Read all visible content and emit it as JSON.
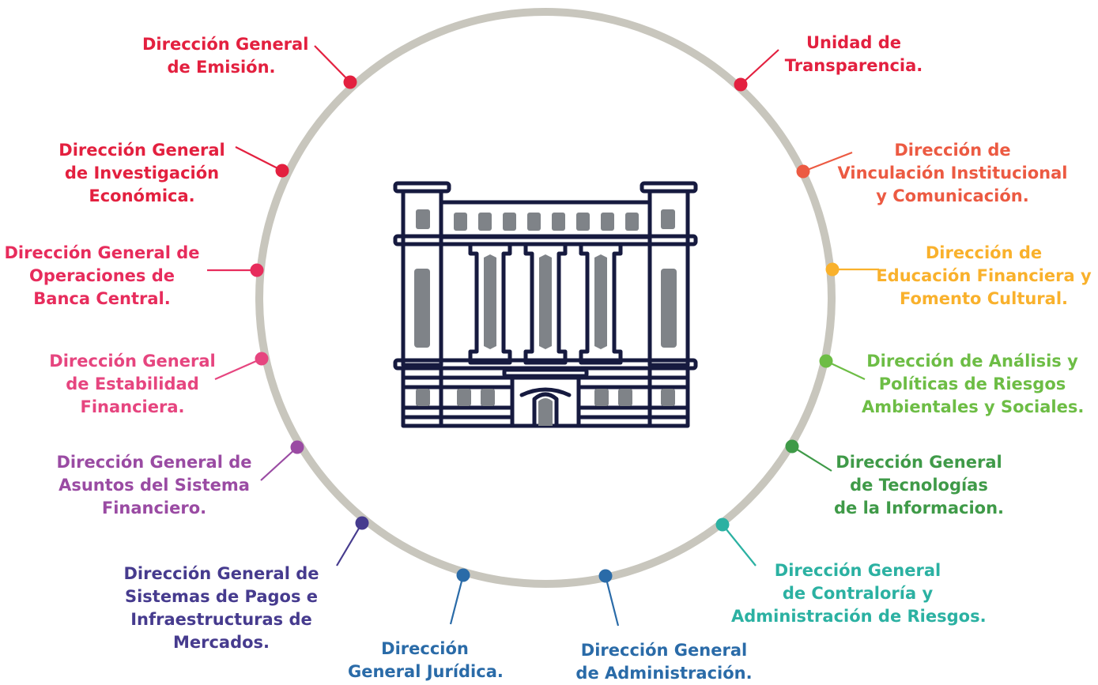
{
  "palette": {
    "ring": "#c8c6bd",
    "building_outline": "#161a3f",
    "building_fill": "#7f8388"
  },
  "center_icon": "bank-building-icon",
  "units": [
    {
      "id": "emision",
      "lines": [
        "Dirección General",
        "de Emisión."
      ],
      "color": "#e3203f"
    },
    {
      "id": "transparencia",
      "lines": [
        "Unidad de",
        "Transparencia."
      ],
      "color": "#e3203f"
    },
    {
      "id": "investigacion",
      "lines": [
        "Dirección General",
        "de Investigación",
        "Económica."
      ],
      "color": "#e3203f"
    },
    {
      "id": "vinculacion",
      "lines": [
        "Dirección de",
        "Vinculación Institucional",
        "y Comunicación."
      ],
      "color": "#ec5a42"
    },
    {
      "id": "banca-central",
      "lines": [
        "Dirección General de",
        "Operaciones de",
        "Banca Central."
      ],
      "color": "#e72c5c"
    },
    {
      "id": "educacion",
      "lines": [
        "Dirección de",
        "Educación Financiera y",
        "Fomento Cultural."
      ],
      "color": "#f9b12c"
    },
    {
      "id": "estabilidad",
      "lines": [
        "Dirección General",
        "de Estabilidad",
        "Financiera."
      ],
      "color": "#e6457f"
    },
    {
      "id": "analisis",
      "lines": [
        "Dirección de Análisis y",
        "Políticas de Riesgos",
        "Ambientales y Sociales."
      ],
      "color": "#6dbd45"
    },
    {
      "id": "asuntos",
      "lines": [
        "Dirección General de",
        "Asuntos del Sistema",
        "Financiero."
      ],
      "color": "#9a4ba3"
    },
    {
      "id": "tecnologias",
      "lines": [
        "Dirección General",
        "de Tecnologías",
        "de la Informacion."
      ],
      "color": "#3f9a48"
    },
    {
      "id": "pagos",
      "lines": [
        "Dirección General de",
        "Sistemas de Pagos e",
        "Infraestructuras de",
        "Mercados."
      ],
      "color": "#463b8e"
    },
    {
      "id": "contraloria",
      "lines": [
        "Dirección General",
        "de Contraloría y",
        "Administración de Riesgos."
      ],
      "color": "#2bb1a2"
    },
    {
      "id": "juridica",
      "lines": [
        "Dirección",
        "General Jurídica."
      ],
      "color": "#2a6ba8"
    },
    {
      "id": "administracion",
      "lines": [
        "Dirección General",
        "de Administración."
      ],
      "color": "#2a6ba8"
    }
  ]
}
